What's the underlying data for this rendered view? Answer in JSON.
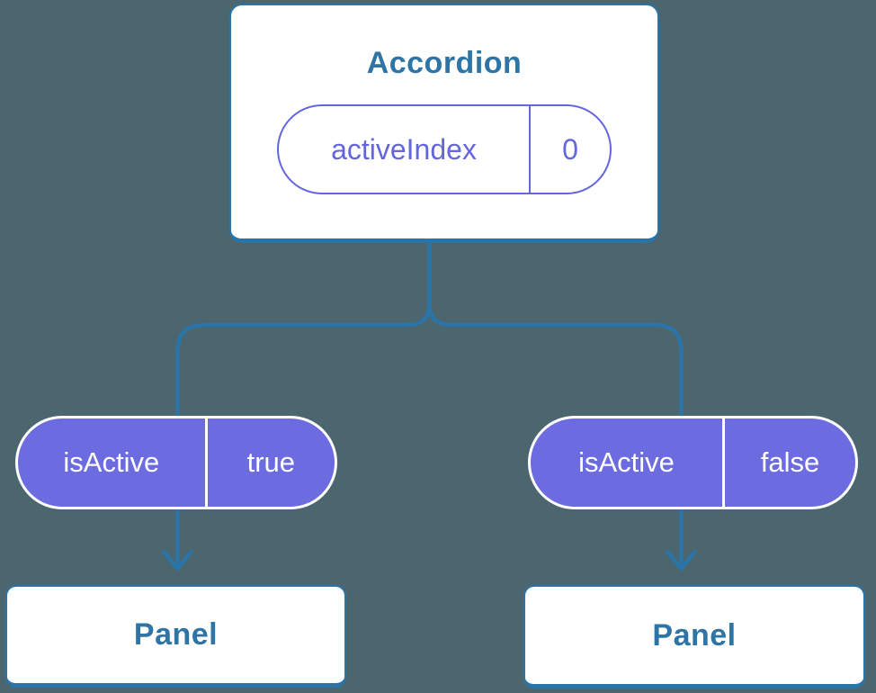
{
  "diagram": {
    "root": {
      "title": "Accordion",
      "state": {
        "name": "activeIndex",
        "value": "0"
      }
    },
    "props": [
      {
        "name": "isActive",
        "value": "true"
      },
      {
        "name": "isActive",
        "value": "false"
      }
    ],
    "children": [
      {
        "title": "Panel"
      },
      {
        "title": "Panel"
      }
    ]
  },
  "colors": {
    "background": "#4B666F",
    "line": "#2B74A7",
    "text_blue": "#2E74A4",
    "purple_fill": "#6C6CE0",
    "purple_line": "#6366DF",
    "white": "#FFFFFF",
    "white_text": "#FFFFFF"
  }
}
